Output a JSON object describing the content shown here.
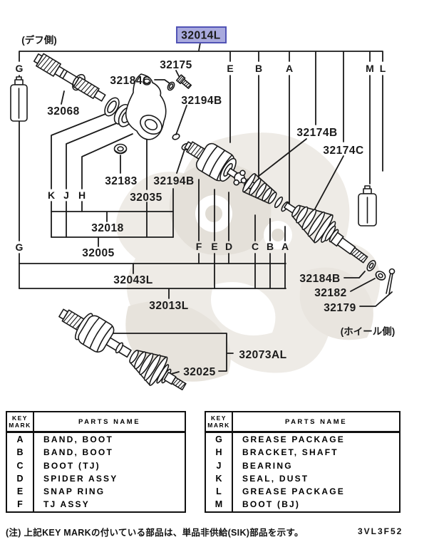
{
  "notes": {
    "left_side": "(デフ側)",
    "right_side": "(ホイール側)"
  },
  "highlight": {
    "label": "32014L",
    "fill": "#a9aade",
    "border": "#5153b5",
    "color": "#1f2b7b"
  },
  "part_labels": {
    "p32175": "32175",
    "p32184c": "32184C",
    "p32194b_top": "32194B",
    "p32068": "32068",
    "p32183": "32183",
    "p32194b_mid": "32194B",
    "p32035": "32035",
    "p32018": "32018",
    "p32005": "32005",
    "p32043l": "32043L",
    "p32013l": "32013L",
    "p32174b": "32174B",
    "p32174c": "32174C",
    "p32184b": "32184B",
    "p32182": "32182",
    "p32179": "32179",
    "p32073al": "32073AL",
    "p32025": "32025"
  },
  "key_marks": {
    "g_top": "G",
    "e_top": "E",
    "b_top": "B",
    "a_top": "A",
    "m": "M",
    "l": "L",
    "k": "K",
    "j": "J",
    "h": "H",
    "g_bottom": "G",
    "f": "F",
    "e_mid": "E",
    "d": "D",
    "c": "C",
    "b_mid": "B",
    "a_mid": "A"
  },
  "table": {
    "header": {
      "key_line1": "KEY",
      "key_line2": "MARK",
      "name": "PARTS NAME"
    },
    "left_rows": [
      {
        "key": "A",
        "name": "BAND, BOOT"
      },
      {
        "key": "B",
        "name": "BAND, BOOT"
      },
      {
        "key": "C",
        "name": "BOOT (TJ)"
      },
      {
        "key": "D",
        "name": "SPIDER ASSY"
      },
      {
        "key": "E",
        "name": "SNAP RING"
      },
      {
        "key": "F",
        "name": "TJ ASSY"
      }
    ],
    "right_rows": [
      {
        "key": "G",
        "name": "GREASE PACKAGE"
      },
      {
        "key": "H",
        "name": "BRACKET, SHAFT"
      },
      {
        "key": "J",
        "name": "BEARING"
      },
      {
        "key": "K",
        "name": "SEAL, DUST"
      },
      {
        "key": "L",
        "name": "GREASE PACKAGE"
      },
      {
        "key": "M",
        "name": "BOOT (BJ)"
      }
    ]
  },
  "footer": {
    "note": "(注) 上記KEY MARKの付いている部品は、単品非供給(SIK)部品を示す。",
    "code": "3VL3F52"
  }
}
